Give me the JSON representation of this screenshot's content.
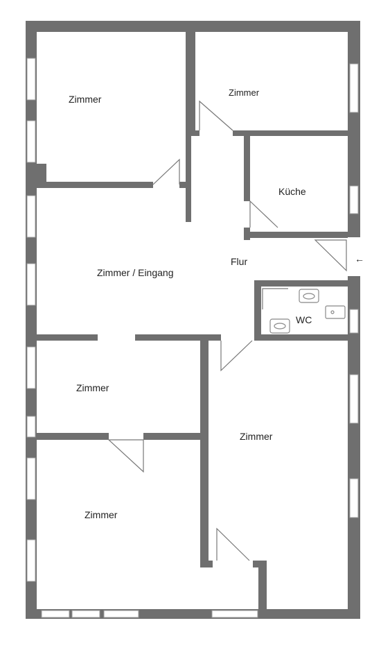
{
  "rooms": {
    "zimmer_top_left": "Zimmer",
    "zimmer_top_right": "Zimmer",
    "kueche": "Küche",
    "zimmer_eingang": "Zimmer / Eingang",
    "flur": "Flur",
    "wc": "WC",
    "zimmer_mid_left": "Zimmer",
    "zimmer_right_large": "Zimmer",
    "zimmer_bottom_left": "Zimmer"
  },
  "entrance_arrow": "←",
  "colors": {
    "wall": "#6f6f6f",
    "window": "#d9d9d9",
    "door_line": "#777777",
    "fixture": "#888888",
    "background": "#ffffff"
  }
}
